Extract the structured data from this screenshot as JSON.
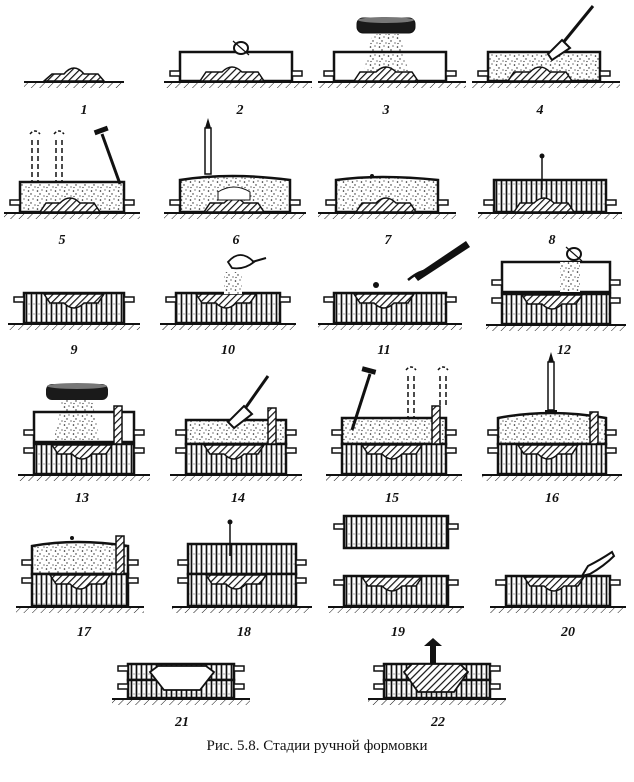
{
  "figure": {
    "caption": "Рис. 5.8. Стадии ручной формовки",
    "stages": [
      {
        "label": "1"
      },
      {
        "label": "2"
      },
      {
        "label": "3"
      },
      {
        "label": "4"
      },
      {
        "label": "5"
      },
      {
        "label": "6"
      },
      {
        "label": "7"
      },
      {
        "label": "8"
      },
      {
        "label": "9"
      },
      {
        "label": "10"
      },
      {
        "label": "11"
      },
      {
        "label": "12"
      },
      {
        "label": "13"
      },
      {
        "label": "14"
      },
      {
        "label": "15"
      },
      {
        "label": "16"
      },
      {
        "label": "17"
      },
      {
        "label": "18"
      },
      {
        "label": "19"
      },
      {
        "label": "20"
      },
      {
        "label": "21"
      },
      {
        "label": "22"
      }
    ]
  }
}
